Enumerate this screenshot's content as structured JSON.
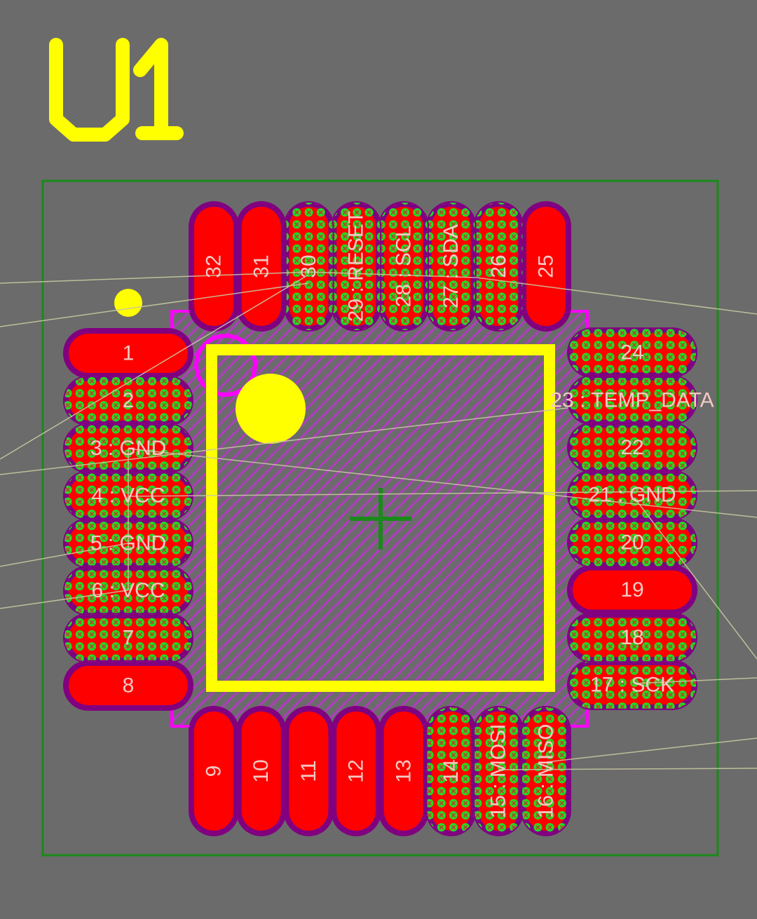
{
  "designator": "U1",
  "colors": {
    "background": "#6b6b6b",
    "pad": "#ff0000",
    "solder_mask": "#800080",
    "via": "#22dd22",
    "silkscreen": "#ffff00",
    "courtyard": "#ff00ff",
    "outline": "#1a8a1a",
    "ratsnest": "#c8c8a0",
    "label": "#f3c9c4"
  },
  "pads": {
    "left": [
      {
        "num": "1",
        "label": "1",
        "type": "solid"
      },
      {
        "num": "2",
        "label": "2",
        "type": "via"
      },
      {
        "num": "3",
        "label": "3 : GND",
        "type": "via"
      },
      {
        "num": "4",
        "label": "4 : VCC",
        "type": "via"
      },
      {
        "num": "5",
        "label": "5 : GND",
        "type": "via"
      },
      {
        "num": "6",
        "label": "6 : VCC",
        "type": "via"
      },
      {
        "num": "7",
        "label": "7",
        "type": "via"
      },
      {
        "num": "8",
        "label": "8",
        "type": "solid"
      }
    ],
    "bottom": [
      {
        "num": "9",
        "label": "9",
        "type": "solid"
      },
      {
        "num": "10",
        "label": "10",
        "type": "solid"
      },
      {
        "num": "11",
        "label": "11",
        "type": "solid"
      },
      {
        "num": "12",
        "label": "12",
        "type": "solid"
      },
      {
        "num": "13",
        "label": "13",
        "type": "solid"
      },
      {
        "num": "14",
        "label": "14",
        "type": "via"
      },
      {
        "num": "15",
        "label": "15 : MOSI",
        "type": "via"
      },
      {
        "num": "16",
        "label": "16 : MISO",
        "type": "via"
      }
    ],
    "right": [
      {
        "num": "17",
        "label": "17 : SCK",
        "type": "via"
      },
      {
        "num": "18",
        "label": "18",
        "type": "via"
      },
      {
        "num": "19",
        "label": "19",
        "type": "solid"
      },
      {
        "num": "20",
        "label": "20",
        "type": "via"
      },
      {
        "num": "21",
        "label": "21 : GND",
        "type": "via"
      },
      {
        "num": "22",
        "label": "22",
        "type": "via"
      },
      {
        "num": "23",
        "label": "23 : TEMP_DATA",
        "type": "via"
      },
      {
        "num": "24",
        "label": "24",
        "type": "via"
      }
    ],
    "top": [
      {
        "num": "25",
        "label": "25",
        "type": "solid"
      },
      {
        "num": "26",
        "label": "26",
        "type": "via"
      },
      {
        "num": "27",
        "label": "27 : SDA",
        "type": "via"
      },
      {
        "num": "28",
        "label": "28 : SCL",
        "type": "via"
      },
      {
        "num": "29",
        "label": "29 : RESET",
        "type": "via"
      },
      {
        "num": "30",
        "label": "30",
        "type": "via"
      },
      {
        "num": "31",
        "label": "31",
        "type": "solid"
      },
      {
        "num": "32",
        "label": "32",
        "type": "solid"
      }
    ]
  }
}
